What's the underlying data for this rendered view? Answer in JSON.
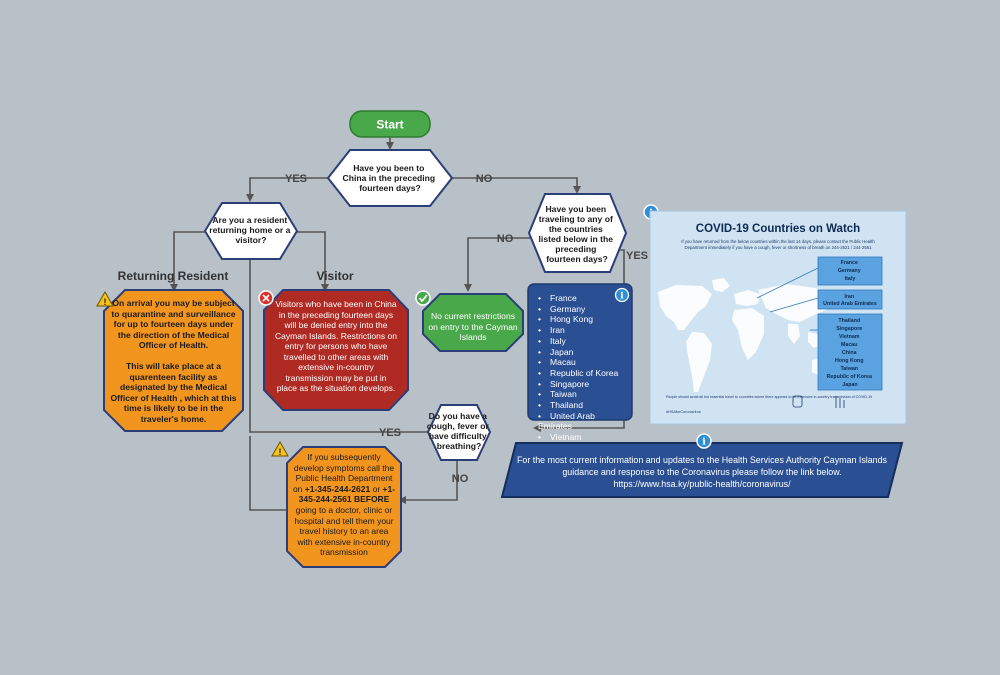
{
  "start": "Start",
  "q1": [
    "Have you been to",
    "China in the preceding",
    "fourteen days?"
  ],
  "q2": [
    "Are you a resident",
    "returning home or a",
    "visitor?"
  ],
  "q3": [
    "Have you been",
    "traveling to any of",
    "the countries",
    "listed below in the",
    "preceding",
    "fourteen days?"
  ],
  "q4": [
    "Do you have a",
    "cough, fever or",
    "have difficulty",
    "breathing?"
  ],
  "labels": {
    "yes": "YES",
    "no": "NO",
    "returning_resident": "Returning Resident",
    "visitor": "Visitor"
  },
  "resident_box": {
    "p1": "On arrival you may be subject to quarantine and surveillance for up to fourteen days under the direction of the Medical Officer of Health.",
    "p2": "This will take place at a quarenteen facility as designated by the Medical Officer of Health , which at this time is likely to be in the traveler's home."
  },
  "visitor_box": "Visitors who have been in China in the preceding fourteen days will be denied entry into the Cayman Islands. Restrictions on entry for persons who have travelled to other areas with extensive in-country transmission may be put in place as the situation develops.",
  "no_restrictions": "No current  restrictions on entry to the Cayman Islands",
  "countries": [
    "France",
    "Germany",
    "Hong Kong",
    "Iran",
    "Italy",
    "Japan",
    "Macau",
    "Republic of Korea",
    "Singapore",
    "Taiwan",
    "Thailand",
    "United Arab Emirates",
    "Vietnam"
  ],
  "symptoms_box": {
    "pre": "If you subsequently develop symptoms call the Public Health Department on ",
    "phone1": "+1-345-244-2621",
    "mid": " or ",
    "phone2": "+1-345-244-2561",
    "before": " BEFORE",
    "post": " going to a doctor, clinic or hospital and tell them your travel history to an area with extensive in-country transmission"
  },
  "info_banner": {
    "line1": "For the most current information and updates to the Health Services Authority Cayman Islands",
    "line2": "guidance and response to the Coronavirus please follow the link below.",
    "link": "https://www.hsa.ky/public-health/coronavirus/"
  },
  "watch_panel": {
    "title": "COVID-19 Countries on Watch",
    "subtitle1": "If you have returned from the below countries within the last 14 days, please contact the Public Health",
    "subtitle2": "Department immediately if you have a cough, fever or shortness of breath on 244-2621 / 244-2561",
    "group1": [
      "France",
      "Germany",
      "Italy"
    ],
    "group2": [
      "Iran",
      "United Arab Emirates"
    ],
    "group3": [
      "Thailand",
      "Singapore",
      "Vietnam",
      "Macau",
      "China",
      "Hong Kong",
      "Taiwan",
      "Republic of Korea",
      "Japan"
    ],
    "footer": "People should avoid all but essential travel to countries where there appears to be extensive in-country transmission of COVID-19",
    "hashtag": "#HSAforCoronavirus"
  },
  "icons": {
    "warning": "warning-icon",
    "error": "error-x-icon",
    "check": "check-icon",
    "info": "info-icon"
  },
  "colors": {
    "background": "#b8c0c8",
    "green": "#49a84a",
    "orange": "#f2951f",
    "red": "#b02a24",
    "navy": "#2a4f93",
    "decision_border": "#2c3e78",
    "panel": "#cfe3f2"
  }
}
